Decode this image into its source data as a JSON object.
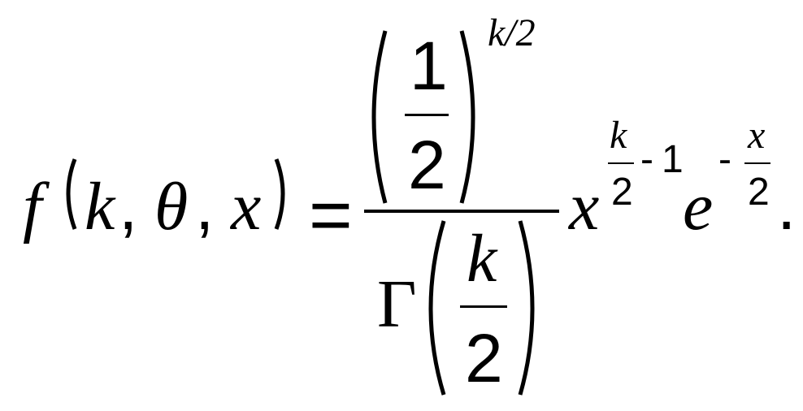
{
  "formula": {
    "f": "f",
    "k": "k",
    "comma": ",",
    "theta": "θ",
    "x": "x",
    "equals": "=",
    "one": "1",
    "two": "2",
    "k_over_2": "k/2",
    "gamma": "Γ",
    "minus": "-",
    "e": "e",
    "period": "."
  }
}
